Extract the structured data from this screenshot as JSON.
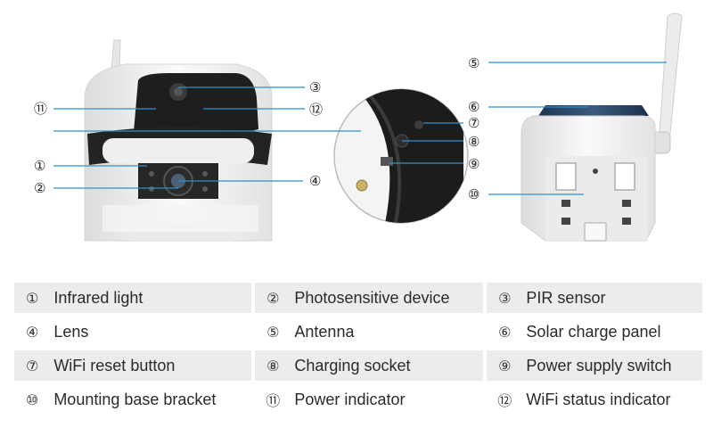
{
  "callouts": [
    "①",
    "②",
    "③",
    "④",
    "⑤",
    "⑥",
    "⑦",
    "⑧",
    "⑨",
    "⑩",
    "⑪",
    "⑫"
  ],
  "legend": [
    [
      {
        "num": "①",
        "label": "Infrared light"
      },
      {
        "num": "②",
        "label": "Photosensitive device"
      },
      {
        "num": "③",
        "label": "PIR sensor"
      }
    ],
    [
      {
        "num": "④",
        "label": "Lens"
      },
      {
        "num": "⑤",
        "label": "Antenna"
      },
      {
        "num": "⑥",
        "label": "Solar charge panel"
      }
    ],
    [
      {
        "num": "⑦",
        "label": "WiFi reset button"
      },
      {
        "num": "⑧",
        "label": "Charging socket"
      },
      {
        "num": "⑨",
        "label": "Power supply switch"
      }
    ],
    [
      {
        "num": "⑩",
        "label": "Mounting base bracket"
      },
      {
        "num": "⑪",
        "label": "Power indicator"
      },
      {
        "num": "⑫",
        "label": "WiFi status indicator"
      }
    ]
  ],
  "colors": {
    "leader": "#2f8fcf",
    "row_shade": "#ececec",
    "camera_dark": "#1e1e1e",
    "camera_body": "#f2f2f2"
  }
}
